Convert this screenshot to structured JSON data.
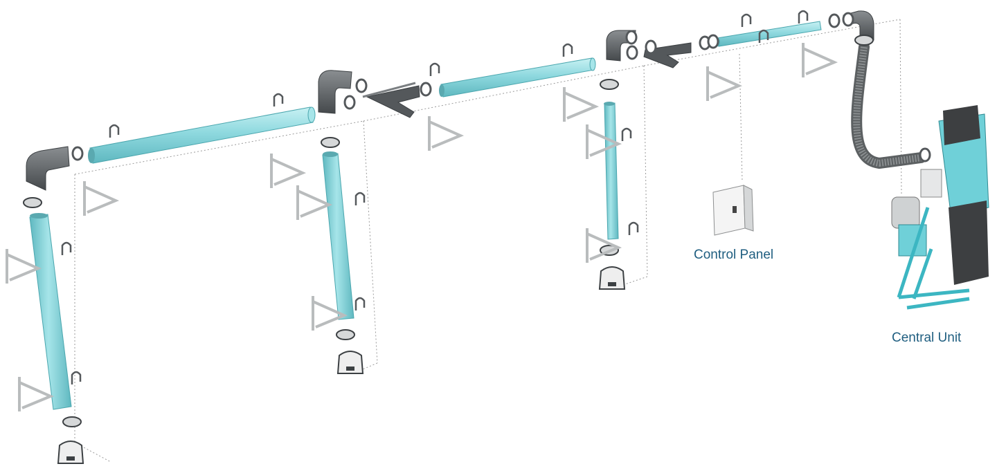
{
  "labels": {
    "control_panel": "Control Panel",
    "central_unit": "Central Unit"
  },
  "colors": {
    "pipe": "#8fd9df",
    "pipe_stroke": "#4aa6ae",
    "elbow": "#5f6366",
    "bracket": "#c9cccd",
    "guide_line": "#9a9a9a",
    "unit_body": "#6fd0d8",
    "label": "#1f5e80"
  },
  "components": {
    "pipes": "pipe",
    "elbows": "elbow",
    "couplings": "coupling-ring",
    "hangers": "u-hanger",
    "brackets": "wall-bracket",
    "inlets": "wall-inlet",
    "control_panel": "control-panel",
    "central_unit": "central-unit"
  }
}
